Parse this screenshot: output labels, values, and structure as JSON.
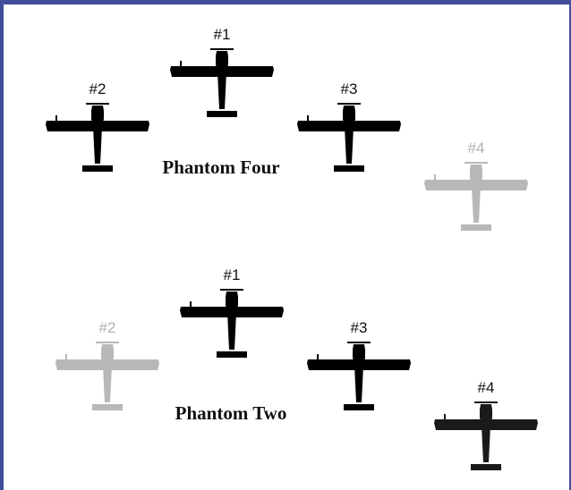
{
  "colors": {
    "frame": "#3f4d9a",
    "active_plane": "#000000",
    "active_plane_alt": "#1a1a1a",
    "inactive_plane": "#b8b8bb",
    "active_label": "#111111",
    "inactive_label": "#b0b0b3"
  },
  "formations": [
    {
      "title": "Phantom Four",
      "planes": [
        {
          "label": "#1",
          "state": "active"
        },
        {
          "label": "#2",
          "state": "active"
        },
        {
          "label": "#3",
          "state": "active"
        },
        {
          "label": "#4",
          "state": "inactive"
        }
      ]
    },
    {
      "title": "Phantom Two",
      "planes": [
        {
          "label": "#1",
          "state": "active"
        },
        {
          "label": "#2",
          "state": "inactive"
        },
        {
          "label": "#3",
          "state": "active"
        },
        {
          "label": "#4",
          "state": "active"
        }
      ]
    }
  ]
}
